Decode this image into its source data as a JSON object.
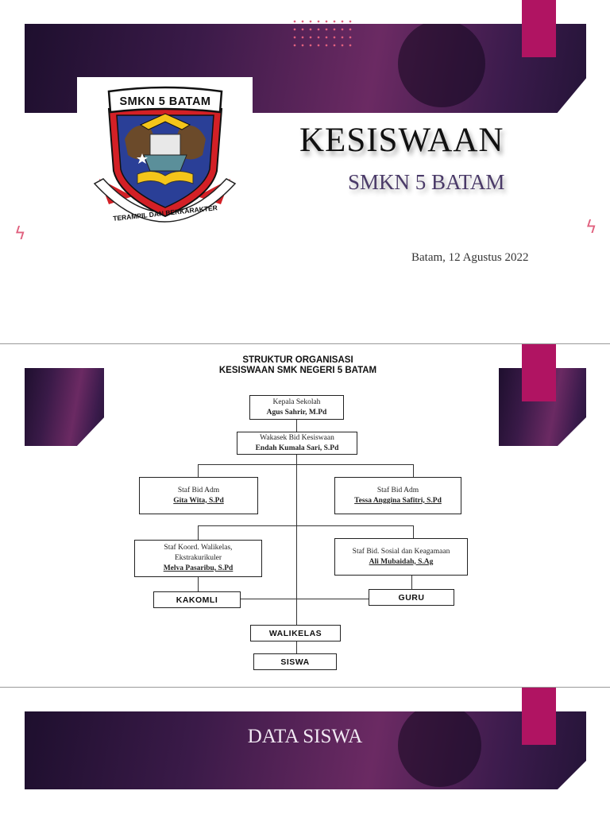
{
  "slide1": {
    "title": "KESISWAAN",
    "subtitle": "SMKN 5 BATAM",
    "date": "Batam, 12 Agustus 2022",
    "logo": {
      "top_text": "SMKN 5 BATAM",
      "motto": "TERAMPIL DAN BERKARAKTER"
    },
    "accent": "#b01462",
    "band_color": "#5b2358"
  },
  "slide2": {
    "title_line1": "STRUKTUR ORGANISASI",
    "title_line2": "KESISWAAN SMK NEGERI 5 BATAM",
    "kepala": {
      "role": "Kepala Sekolah",
      "name": "Agus Sahrir, M.Pd"
    },
    "wakasek": {
      "role": "Wakasek Bid Kesiswaan",
      "name": "Endah Kumala Sari, S.Pd"
    },
    "staf_left": {
      "role": "Staf Bid Adm",
      "name": "Gita Wita, S.Pd"
    },
    "staf_right": {
      "role": "Staf Bid Adm",
      "name": "Tessa Anggina Safitri, S.Pd"
    },
    "koord": {
      "role_line1": "Staf Koord. Walikelas,",
      "role_line2": "Ekstrakurikuler",
      "name": "Melva Pasaribu, S.Pd"
    },
    "sosial": {
      "role": "Staf Bid. Sosial dan Keagamaan",
      "name": "Ali Mubaidah, S.Ag"
    },
    "kakomli": "KAKOMLI",
    "guru": "GURU",
    "walikelas": "WALIKELAS",
    "siswa": "SISWA"
  },
  "slide3": {
    "title": "DATA SISWA"
  }
}
